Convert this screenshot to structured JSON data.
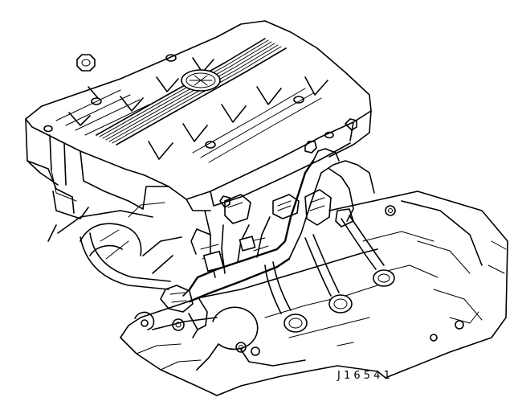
{
  "figure": {
    "part_code": "J 1 6 5 4 1",
    "background_color": "#ffffff",
    "line_color": "#000000"
  },
  "components": [
    {
      "label": "engine-cover"
    },
    {
      "label": "emblem"
    },
    {
      "label": "loose-nut"
    },
    {
      "label": "wiring-harness"
    },
    {
      "label": "spark-plug-boots"
    },
    {
      "label": "intake-manifold"
    },
    {
      "label": "cylinder-head"
    }
  ]
}
